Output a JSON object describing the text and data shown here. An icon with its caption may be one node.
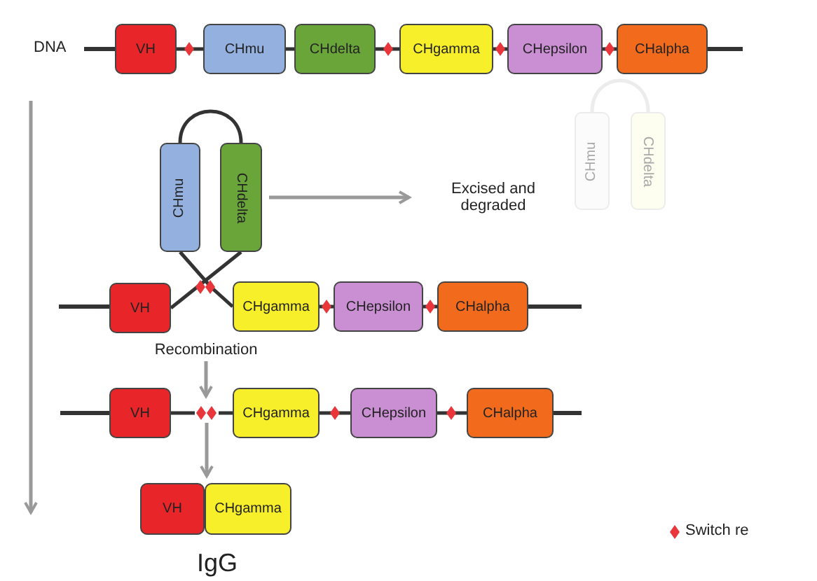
{
  "diagram": {
    "nodes": [
      {
        "text": [
          "VH"
        ]
      },
      {
        "text": [
          "CHmu"
        ]
      },
      {
        "text": [
          "CHdelta"
        ]
      },
      {
        "text": [
          "CHgamma"
        ]
      },
      {
        "text": [
          "CHepsilon"
        ]
      },
      {
        "text": [
          "CHalpha"
        ]
      },
      {
        "text": [
          "CHmu"
        ]
      },
      {
        "text": [
          "CHdelta"
        ]
      },
      {
        "text": [
          "Excised and degraded"
        ]
      },
      {
        "text": [
          "CHmu"
        ]
      },
      {
        "text": [
          "CHdelta"
        ]
      },
      {
        "text": [
          "VH"
        ]
      },
      {
        "text": [
          "CHgamma"
        ]
      },
      {
        "text": [
          "CHepsilon"
        ]
      },
      {
        "text": [
          "CHalpha"
        ]
      },
      {
        "text": [
          "Recombination"
        ]
      },
      {
        "text": [
          "VH"
        ]
      },
      {
        "text": [],
        "shape": "diamond"
      },
      {
        "text": [
          "CHgamma"
        ]
      },
      {
        "text": [
          "CHepsilon"
        ]
      },
      {
        "text": [
          "CHalpha"
        ]
      },
      {
        "text": [
          "IgG"
        ]
      },
      {
        "text": [
          "VH"
        ],
        "in": 21
      },
      {
        "text": [
          "CHgamma"
        ],
        "in": 21
      }
    ],
    "edges": [
      {
        "from": 0,
        "to": 1,
        "arrow": "none"
      },
      {
        "from": 1,
        "to": 2,
        "arrow": "none"
      },
      {
        "from": 2,
        "to": 3,
        "arrow": "none"
      },
      {
        "from": 3,
        "to": 4,
        "arrow": "none"
      },
      {
        "from": 4,
        "to": 5,
        "arrow": "none"
      },
      {
        "from": 6,
        "to": 7,
        "arrow": "none"
      },
      {
        "from": 11,
        "to": 7,
        "arrow": "none"
      },
      {
        "from": 6,
        "to": 12,
        "arrow": "none"
      },
      {
        "from": 7,
        "to": 8,
        "arrow": "to",
        "color": "#999999"
      },
      {
        "from": 9,
        "to": 10,
        "arrow": "none",
        "color": "#ececec"
      },
      {
        "from": 12,
        "to": 13,
        "arrow": "none"
      },
      {
        "from": 13,
        "to": 14,
        "arrow": "none"
      },
      {
        "from": 16,
        "to": 17,
        "arrow": "none"
      },
      {
        "from": 17,
        "to": 18,
        "arrow": "none"
      },
      {
        "from": 18,
        "to": 19,
        "arrow": "none"
      },
      {
        "from": 19,
        "to": 20,
        "arrow": "none"
      },
      {
        "from": 15,
        "to": 17,
        "arrow": "to",
        "color": "#999999"
      },
      {
        "from": 17,
        "to": 21,
        "arrow": "to",
        "color": "#999999"
      }
    ],
    "labels": [
      "DNA"
    ],
    "legend": [
      {
        "text": "Switch re"
      }
    ]
  }
}
